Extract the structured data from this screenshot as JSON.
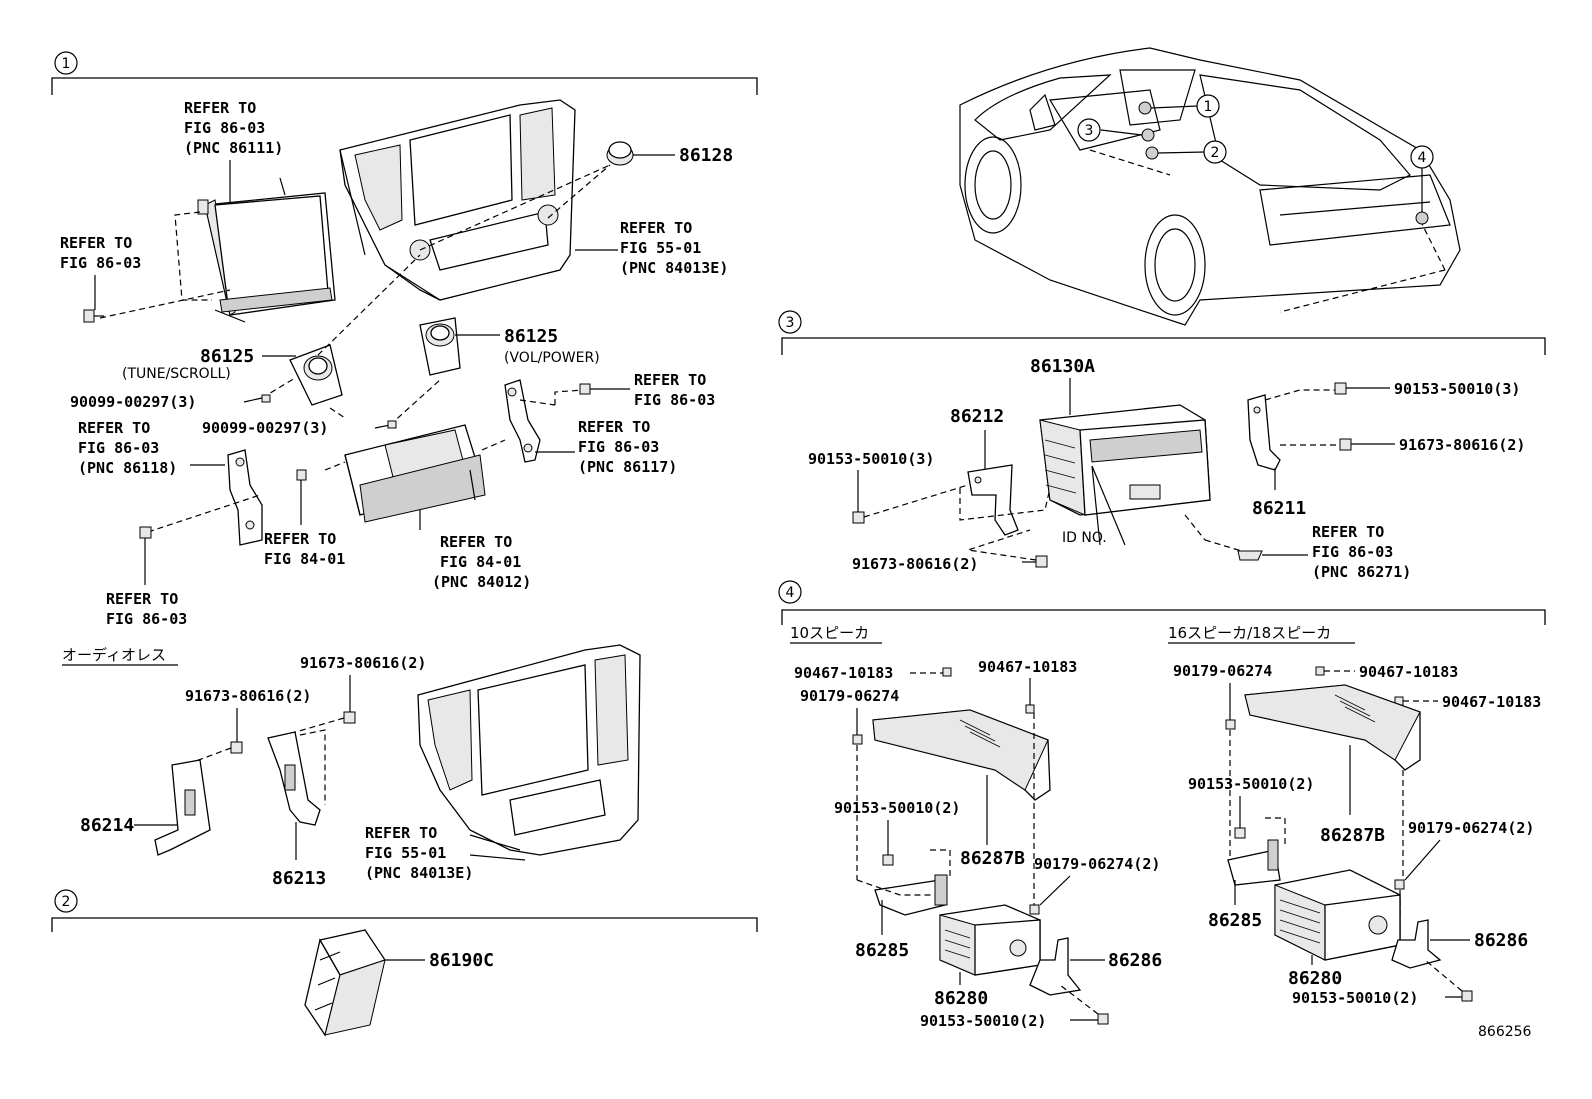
{
  "sections": [
    {
      "num": "1"
    },
    {
      "num": "2"
    },
    {
      "num": "3"
    },
    {
      "num": "4"
    }
  ],
  "section1": {
    "refer_86111": [
      "REFER TO",
      "FIG 86-03",
      "(PNC 86111)"
    ],
    "refer_left_screw": [
      "REFER TO",
      "FIG 86-03"
    ],
    "part_86128": "86128",
    "refer_84013e": [
      "REFER TO",
      "FIG 55-01",
      "(PNC 84013E)"
    ],
    "part_86125_a": "86125",
    "note_tune": "(TUNE/SCROLL)",
    "part_86125_b": "86125",
    "note_vol": "(VOL/POWER)",
    "screw_a": "90099-00297(3)",
    "screw_b": "90099-00297(3)",
    "refer_right_screw": [
      "REFER TO",
      "FIG 86-03"
    ],
    "refer_86117": [
      "REFER TO",
      "FIG 86-03",
      "(PNC 86117)"
    ],
    "refer_86118": [
      "REFER TO",
      "FIG 86-03",
      "(PNC 86118)"
    ],
    "refer_84_01": [
      "REFER TO",
      "FIG 84-01"
    ],
    "refer_84012": [
      "REFER TO",
      "FIG 84-01",
      "(PNC 84012)"
    ],
    "refer_bottom_screw": [
      "REFER TO",
      "FIG 86-03"
    ],
    "audioless_label": "オーディオレス",
    "bolt_a": "91673-80616(2)",
    "bolt_b": "91673-80616(2)",
    "part_86214": "86214",
    "part_86213": "86213",
    "refer_84013e_b": [
      "REFER TO",
      "FIG 55-01",
      "(PNC 84013E)"
    ]
  },
  "section2": {
    "part_86190c": "86190C"
  },
  "section3": {
    "part_86130a": "86130A",
    "part_86212": "86212",
    "screw_left": "90153-50010(3)",
    "bolt_bottom": "91673-80616(2)",
    "id_no": "ID NO.",
    "screw_right": "90153-50010(3)",
    "bolt_right": "91673-80616(2)",
    "part_86211": "86211",
    "refer_86271": [
      "REFER TO",
      "FIG 86-03",
      "(PNC 86271)"
    ]
  },
  "section4": {
    "left_title": "10スピーカ",
    "right_title": "16スピーカ/18スピーカ",
    "left": {
      "p90467_a": "90467-10183",
      "p90467_b": "90467-10183",
      "p90179_a": "90179-06274",
      "p90153_a": "90153-50010(2)",
      "p86287b": "86287B",
      "p90179_b": "90179-06274(2)",
      "p86285": "86285",
      "p86286": "86286",
      "p86280": "86280",
      "p90153_b": "90153-50010(2)"
    },
    "right": {
      "p90179_a": "90179-06274",
      "p90467_a": "90467-10183",
      "p90467_b": "90467-10183",
      "p90153_a": "90153-50010(2)",
      "p86287b": "86287B",
      "p90179_b": "90179-06274(2)",
      "p86285": "86285",
      "p86286": "86286",
      "p86280": "86280",
      "p90153_b": "90153-50010(2)"
    }
  },
  "car": {
    "callouts": [
      "1",
      "2",
      "3",
      "4"
    ]
  },
  "illustration_id": "866256"
}
